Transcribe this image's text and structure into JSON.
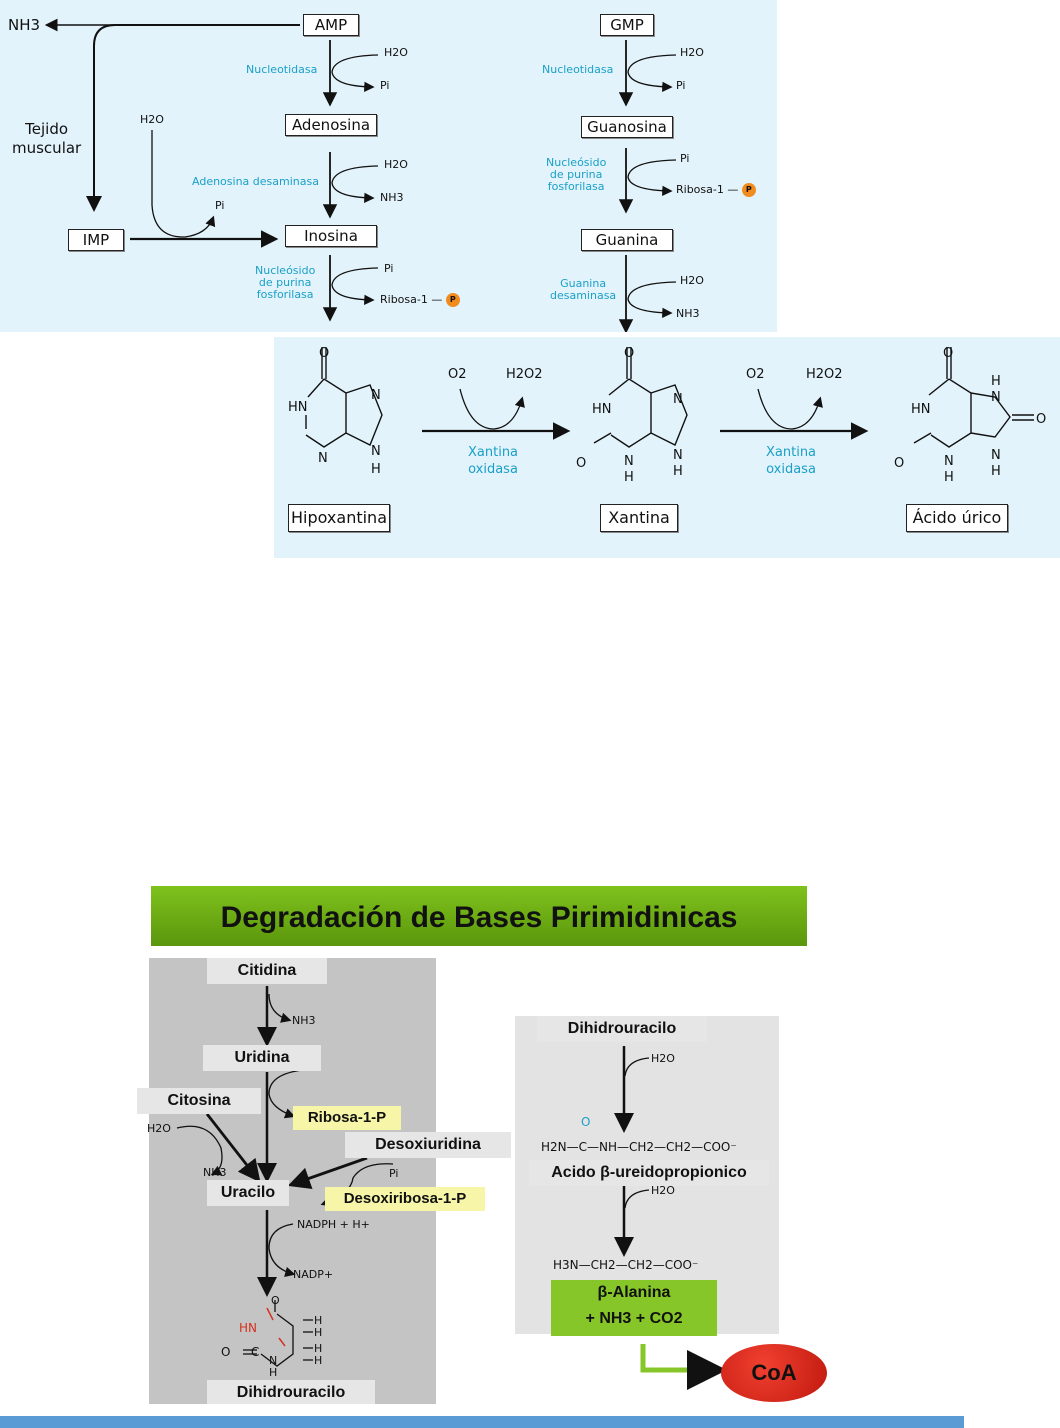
{
  "purine_top": {
    "nh3": "NH3",
    "tissue_label": "Tejido\nmuscular",
    "amp": "AMP",
    "gmp": "GMP",
    "adenosina": "Adenosina",
    "guanosina": "Guanosina",
    "inosina": "Inosina",
    "guanina": "Guanina",
    "imp": "IMP",
    "h2o": "H2O",
    "pi": "Pi",
    "enz_nucleotidasa": "Nucleotidasa",
    "enz_adenosina_desaminasa": "Adenosina desaminasa",
    "enz_pnp": "Nucleósido\nde purina\nfosforilasa",
    "enz_guanina_desaminasa": "Guanina\ndesaminasa",
    "ribosa": "Ribosa-1 —",
    "p_tag": "P",
    "panel_color": "#e3f3fb",
    "enzyme_color": "#1aa0c8",
    "p_color": "#f28b1d"
  },
  "purine_bottom": {
    "o2": "O2",
    "h2o2": "H2O2",
    "enz_xantina_oxidasa": "Xantina\noxidasa",
    "hipoxantina": "Hipoxantina",
    "xantina": "Xantina",
    "acido_urico": "Ácido úrico"
  },
  "pyrimidine": {
    "title": "Degradación de Bases Pirimidinicas",
    "citidina": "Citidina",
    "uridina": "Uridina",
    "citosina": "Citosina",
    "desoxiuridina": "Desoxiuridina",
    "ribosa1p": "Ribosa-1-P",
    "desoxiribosa1p": "Desoxiribosa-1-P",
    "uracilo": "Uracilo",
    "nh3": "NH3",
    "h2o": "H2O",
    "pi": "Pi",
    "nadph": "NADPH + H+",
    "nadp": "NADP+",
    "dihidrouracilo": "Dihidrouracilo",
    "dihidrouracilo_right": "Dihidrouracilo",
    "ureido_formula": "H2N—C—NH—CH2—CH2—COO⁻",
    "ureido_name": "Acido β-ureidopropionico",
    "alanina_formula": "H3N—CH2—CH2—COO⁻",
    "alanina": "β-Alanina",
    "alanina_products": "+ NH3  + CO2",
    "coa": "CoA",
    "title_color": "#6aa812",
    "green_box": "#86c628",
    "coa_color": "#d5261c"
  },
  "footer": {
    "bar_color": "#5b9bd5"
  }
}
